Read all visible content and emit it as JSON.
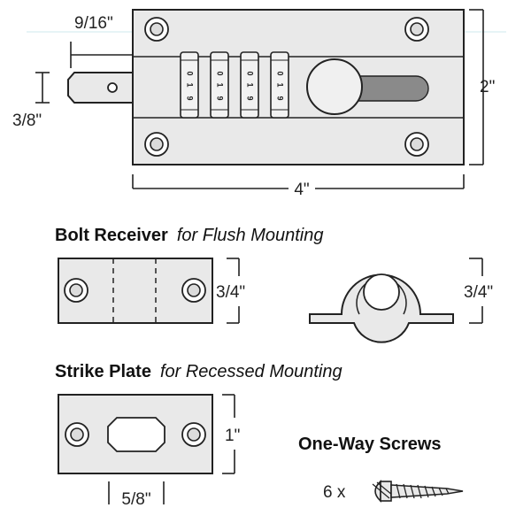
{
  "lock": {
    "dim_bolt_offset": "9/16\"",
    "dim_bolt_height": "3/8\"",
    "dim_height": "2\"",
    "dim_width": "4\"",
    "dial_digits": [
      "0",
      "1",
      "9"
    ]
  },
  "bolt_receiver": {
    "title_bold": "Bolt Receiver",
    "title_italic": "for Flush Mounting",
    "dim_front": "3/4\"",
    "dim_side": "3/4\""
  },
  "strike_plate": {
    "title_bold": "Strike Plate",
    "title_italic": "for Recessed Mounting",
    "dim_height": "1\"",
    "dim_slot": "5/8\""
  },
  "screws": {
    "title": "One-Way Screws",
    "quantity": "6 x"
  }
}
